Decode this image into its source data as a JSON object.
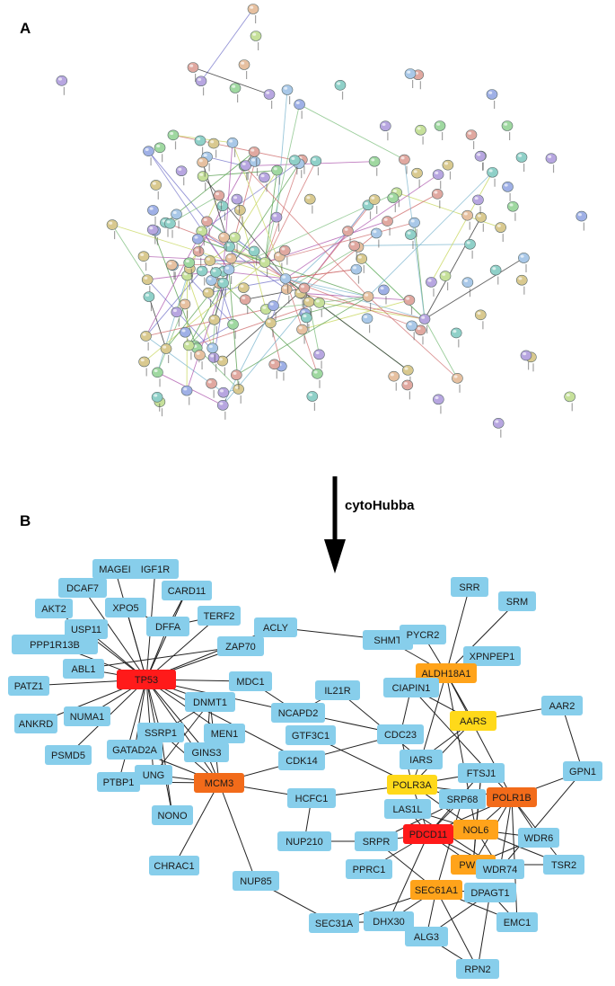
{
  "panels": {
    "a": "A",
    "b": "B"
  },
  "transition": {
    "label": "cytoHubba"
  },
  "network_b": {
    "colors": {
      "default": "#87ceeb",
      "edge": "#222222",
      "rank1": "#ff1a1a",
      "rank2": "#f26b1a",
      "rank3": "#ffa31a",
      "rank4": "#ffd91a"
    },
    "nodes": [
      {
        "id": "MAGEF",
        "label": "MAGEI"
      },
      {
        "id": "IGF1R",
        "label": "IGF1R"
      },
      {
        "id": "DCAF7",
        "label": "DCAF7"
      },
      {
        "id": "CARD11",
        "label": "CARD11"
      },
      {
        "id": "AKT2",
        "label": "AKT2"
      },
      {
        "id": "XPO5",
        "label": "XPO5"
      },
      {
        "id": "TERF2",
        "label": "TERF2"
      },
      {
        "id": "DFFA",
        "label": "DFFA"
      },
      {
        "id": "USP11",
        "label": "USP11"
      },
      {
        "id": "PPP1R13B",
        "label": "PPP1R13B"
      },
      {
        "id": "ACLY",
        "label": "ACLY"
      },
      {
        "id": "ZAP70",
        "label": "ZAP70"
      },
      {
        "id": "ABL1",
        "label": "ABL1"
      },
      {
        "id": "TP53",
        "label": "TP53",
        "rank": "rank1"
      },
      {
        "id": "PATZ1",
        "label": "PATZ1"
      },
      {
        "id": "MDC1",
        "label": "MDC1"
      },
      {
        "id": "NUMA1",
        "label": "NUMA1"
      },
      {
        "id": "ANKRD",
        "label": "ANKRD"
      },
      {
        "id": "DNMT1",
        "label": "DNMT1"
      },
      {
        "id": "PSMD5",
        "label": "PSMD5"
      },
      {
        "id": "SSRP1",
        "label": "SSRP1"
      },
      {
        "id": "MEN1",
        "label": "MEN1"
      },
      {
        "id": "GATAD2A",
        "label": "GATAD2A"
      },
      {
        "id": "GINS3",
        "label": "GINS3"
      },
      {
        "id": "PTBP1",
        "label": "PTBP1"
      },
      {
        "id": "UNG",
        "label": "UNG"
      },
      {
        "id": "MCM3",
        "label": "MCM3",
        "rank": "rank2"
      },
      {
        "id": "NONO",
        "label": "NONO"
      },
      {
        "id": "CHRAC1",
        "label": "CHRAC1"
      },
      {
        "id": "NUP85",
        "label": "NUP85"
      },
      {
        "id": "SEC31A",
        "label": "SEC31A"
      },
      {
        "id": "IL21R",
        "label": "IL21R"
      },
      {
        "id": "NCAPD2",
        "label": "NCAPD2"
      },
      {
        "id": "GTF3C1",
        "label": "GTF3C1"
      },
      {
        "id": "CDK14",
        "label": "CDK14"
      },
      {
        "id": "HCFC1",
        "label": "HCFC1"
      },
      {
        "id": "NUP210",
        "label": "NUP210"
      },
      {
        "id": "SRR",
        "label": "SRR"
      },
      {
        "id": "SRM",
        "label": "SRM"
      },
      {
        "id": "SHMT",
        "label": "SHMT"
      },
      {
        "id": "PYCR2",
        "label": "PYCR2"
      },
      {
        "id": "XPNPEP1",
        "label": "XPNPEP1"
      },
      {
        "id": "ALDH18A1",
        "label": "ALDH18A1",
        "rank": "rank3"
      },
      {
        "id": "CIAPIN1",
        "label": "CIAPIN1"
      },
      {
        "id": "AAR2",
        "label": "AAR2"
      },
      {
        "id": "AARS",
        "label": "AARS",
        "rank": "rank4"
      },
      {
        "id": "CDC23",
        "label": "CDC23"
      },
      {
        "id": "IARS",
        "label": "IARS"
      },
      {
        "id": "POLR3A",
        "label": "POLR3A",
        "rank": "rank4"
      },
      {
        "id": "FTSJ1",
        "label": "FTSJ1"
      },
      {
        "id": "GPN1",
        "label": "GPN1"
      },
      {
        "id": "SRP68",
        "label": "SRP68"
      },
      {
        "id": "POLR1B",
        "label": "POLR1B",
        "rank": "rank2"
      },
      {
        "id": "LAS1L",
        "label": "LAS1L"
      },
      {
        "id": "NOL6",
        "label": "NOL6",
        "rank": "rank3"
      },
      {
        "id": "WDR6",
        "label": "WDR6"
      },
      {
        "id": "SRPR",
        "label": "SRPR"
      },
      {
        "id": "PDCD11",
        "label": "PDCD11",
        "rank": "rank1"
      },
      {
        "id": "PPRC1",
        "label": "PPRC1"
      },
      {
        "id": "PWP2",
        "label": "PWP2",
        "rank": "rank3"
      },
      {
        "id": "WDR74",
        "label": "WDR74"
      },
      {
        "id": "TSR2",
        "label": "TSR2"
      },
      {
        "id": "SEC61A1",
        "label": "SEC61A1",
        "rank": "rank3"
      },
      {
        "id": "DPAGT1",
        "label": "DPAGT1"
      },
      {
        "id": "EMC1",
        "label": "EMC1"
      },
      {
        "id": "DHX30",
        "label": "DHX30"
      },
      {
        "id": "ALG3",
        "label": "ALG3"
      },
      {
        "id": "RPN2",
        "label": "RPN2"
      }
    ],
    "edges": [
      [
        "TP53",
        "MAGEF"
      ],
      [
        "TP53",
        "IGF1R"
      ],
      [
        "TP53",
        "DCAF7"
      ],
      [
        "TP53",
        "CARD11"
      ],
      [
        "TP53",
        "AKT2"
      ],
      [
        "TP53",
        "XPO5"
      ],
      [
        "TP53",
        "TERF2"
      ],
      [
        "TP53",
        "DFFA"
      ],
      [
        "TP53",
        "USP11"
      ],
      [
        "TP53",
        "PPP1R13B"
      ],
      [
        "TP53",
        "ZAP70"
      ],
      [
        "TP53",
        "ABL1"
      ],
      [
        "TP53",
        "PATZ1"
      ],
      [
        "TP53",
        "MDC1"
      ],
      [
        "TP53",
        "NUMA1"
      ],
      [
        "TP53",
        "ANKRD"
      ],
      [
        "TP53",
        "DNMT1"
      ],
      [
        "TP53",
        "PSMD5"
      ],
      [
        "TP53",
        "SSRP1"
      ],
      [
        "TP53",
        "MEN1"
      ],
      [
        "TP53",
        "GATAD2A"
      ],
      [
        "TP53",
        "GINS3"
      ],
      [
        "TP53",
        "PTBP1"
      ],
      [
        "TP53",
        "UNG"
      ],
      [
        "TP53",
        "MCM3"
      ],
      [
        "TP53",
        "NONO"
      ],
      [
        "TP53",
        "CDK14"
      ],
      [
        "TP53",
        "NCAPD2"
      ],
      [
        "TP53",
        "ACLY"
      ],
      [
        "MAGEF",
        "DCAF7"
      ],
      [
        "XPO5",
        "DFFA"
      ],
      [
        "DFFA",
        "CARD11"
      ],
      [
        "TERF2",
        "DFFA"
      ],
      [
        "ZAP70",
        "ABL1"
      ],
      [
        "MCM3",
        "GINS3"
      ],
      [
        "MCM3",
        "DNMT1"
      ],
      [
        "MCM3",
        "UNG"
      ],
      [
        "MCM3",
        "SSRP1"
      ],
      [
        "MCM3",
        "GATAD2A"
      ],
      [
        "MCM3",
        "NUP85"
      ],
      [
        "MCM3",
        "CHRAC1"
      ],
      [
        "MCM3",
        "HCFC1"
      ],
      [
        "MCM3",
        "CDK14"
      ],
      [
        "MCM3",
        "PTBP1"
      ],
      [
        "GINS3",
        "DNMT1"
      ],
      [
        "UNG",
        "DNMT1"
      ],
      [
        "SSRP1",
        "NONO"
      ],
      [
        "GATAD2A",
        "DNMT1"
      ],
      [
        "MDC1",
        "NCAPD2"
      ],
      [
        "NCAPD2",
        "IL21R"
      ],
      [
        "NCAPD2",
        "CDC23"
      ],
      [
        "CDK14",
        "CDC23"
      ],
      [
        "IL21R",
        "IARS"
      ],
      [
        "HCFC1",
        "POLR3A"
      ],
      [
        "HCFC1",
        "NUP210"
      ],
      [
        "NUP210",
        "SRPR"
      ],
      [
        "NUP85",
        "SEC31A"
      ],
      [
        "SEC31A",
        "SEC61A1"
      ],
      [
        "GTF3C1",
        "POLR3A"
      ],
      [
        "ACLY",
        "SHMT"
      ],
      [
        "SRR",
        "ALDH18A1"
      ],
      [
        "SRM",
        "ALDH18A1"
      ],
      [
        "SHMT",
        "ALDH18A1"
      ],
      [
        "PYCR2",
        "ALDH18A1"
      ],
      [
        "XPNPEP1",
        "ALDH18A1"
      ],
      [
        "CIAPIN1",
        "ALDH18A1"
      ],
      [
        "ALDH18A1",
        "POLR1B"
      ],
      [
        "ALDH18A1",
        "IARS"
      ],
      [
        "ALDH18A1",
        "NOL6"
      ],
      [
        "ALDH18A1",
        "AARS"
      ],
      [
        "AARS",
        "AAR2"
      ],
      [
        "AARS",
        "IARS"
      ],
      [
        "AARS",
        "CIAPIN1"
      ],
      [
        "AARS",
        "POLR3A"
      ],
      [
        "CIAPIN1",
        "POLR1B"
      ],
      [
        "CIAPIN1",
        "CDC23"
      ],
      [
        "CDC23",
        "POLR3A"
      ],
      [
        "IARS",
        "POLR3A"
      ],
      [
        "POLR3A",
        "POLR1B"
      ],
      [
        "POLR3A",
        "FTSJ1"
      ],
      [
        "POLR3A",
        "SRP68"
      ],
      [
        "POLR3A",
        "NOL6"
      ],
      [
        "POLR3A",
        "PDCD11"
      ],
      [
        "FTSJ1",
        "PDCD11"
      ],
      [
        "FTSJ1",
        "NOL6"
      ],
      [
        "FTSJ1",
        "PWP2"
      ],
      [
        "POLR1B",
        "GPN1"
      ],
      [
        "POLR1B",
        "PDCD11"
      ],
      [
        "POLR1B",
        "NOL6"
      ],
      [
        "POLR1B",
        "WDR6"
      ],
      [
        "POLR1B",
        "WDR74"
      ],
      [
        "POLR1B",
        "PWP2"
      ],
      [
        "POLR1B",
        "TSR2"
      ],
      [
        "POLR1B",
        "EMC1"
      ],
      [
        "SRP68",
        "PDCD11"
      ],
      [
        "SRP68",
        "SEC61A1"
      ],
      [
        "SRP68",
        "SRPR"
      ],
      [
        "LAS1L",
        "PDCD11"
      ],
      [
        "LAS1L",
        "NOL6"
      ],
      [
        "LAS1L",
        "WDR74"
      ],
      [
        "PDCD11",
        "NOL6"
      ],
      [
        "PDCD11",
        "PWP2"
      ],
      [
        "PDCD11",
        "WDR74"
      ],
      [
        "PDCD11",
        "PPRC1"
      ],
      [
        "PDCD11",
        "DHX30"
      ],
      [
        "PDCD11",
        "SRPR"
      ],
      [
        "NOL6",
        "PWP2"
      ],
      [
        "NOL6",
        "WDR6"
      ],
      [
        "NOL6",
        "TSR2"
      ],
      [
        "NOL6",
        "WDR74"
      ],
      [
        "PWP2",
        "WDR74"
      ],
      [
        "PWP2",
        "TSR2"
      ],
      [
        "PWP2",
        "WDR6"
      ],
      [
        "SRPR",
        "SEC61A1"
      ],
      [
        "SEC61A1",
        "DPAGT1"
      ],
      [
        "SEC61A1",
        "ALG3"
      ],
      [
        "SEC61A1",
        "RPN2"
      ],
      [
        "SEC61A1",
        "EMC1"
      ],
      [
        "SEC61A1",
        "DHX30"
      ],
      [
        "DPAGT1",
        "ALG3"
      ],
      [
        "DPAGT1",
        "RPN2"
      ],
      [
        "DPAGT1",
        "EMC1"
      ],
      [
        "ALG3",
        "RPN2"
      ],
      [
        "GPN1",
        "WDR74"
      ],
      [
        "AAR2",
        "GPN1"
      ],
      [
        "SEC31A",
        "DHX30"
      ]
    ]
  }
}
